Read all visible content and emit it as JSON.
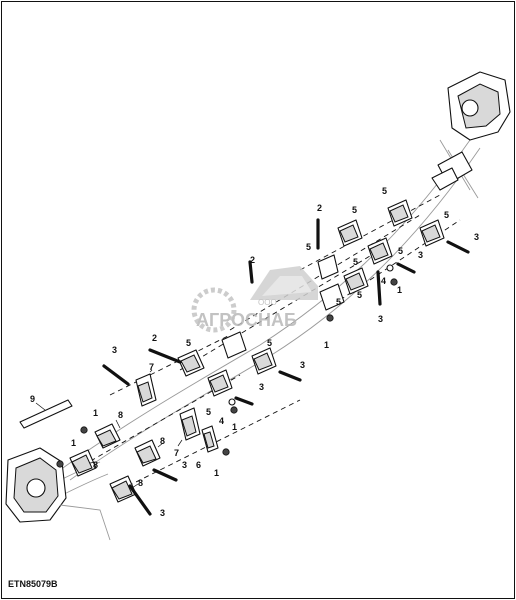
{
  "drawing_id": "ETN85079B",
  "watermark": {
    "line1": "ООО",
    "line2": "АГРОСНАБ"
  },
  "callouts": [
    "1",
    "2",
    "3",
    "4",
    "5",
    "6",
    "7",
    "8",
    "9"
  ],
  "icons": {
    "logo": "gear-field-logo-icon",
    "bolt": "bolt-icon",
    "nut": "nut-icon",
    "clamp": "clamp-block-icon",
    "motor": "hydraulic-motor-icon"
  }
}
